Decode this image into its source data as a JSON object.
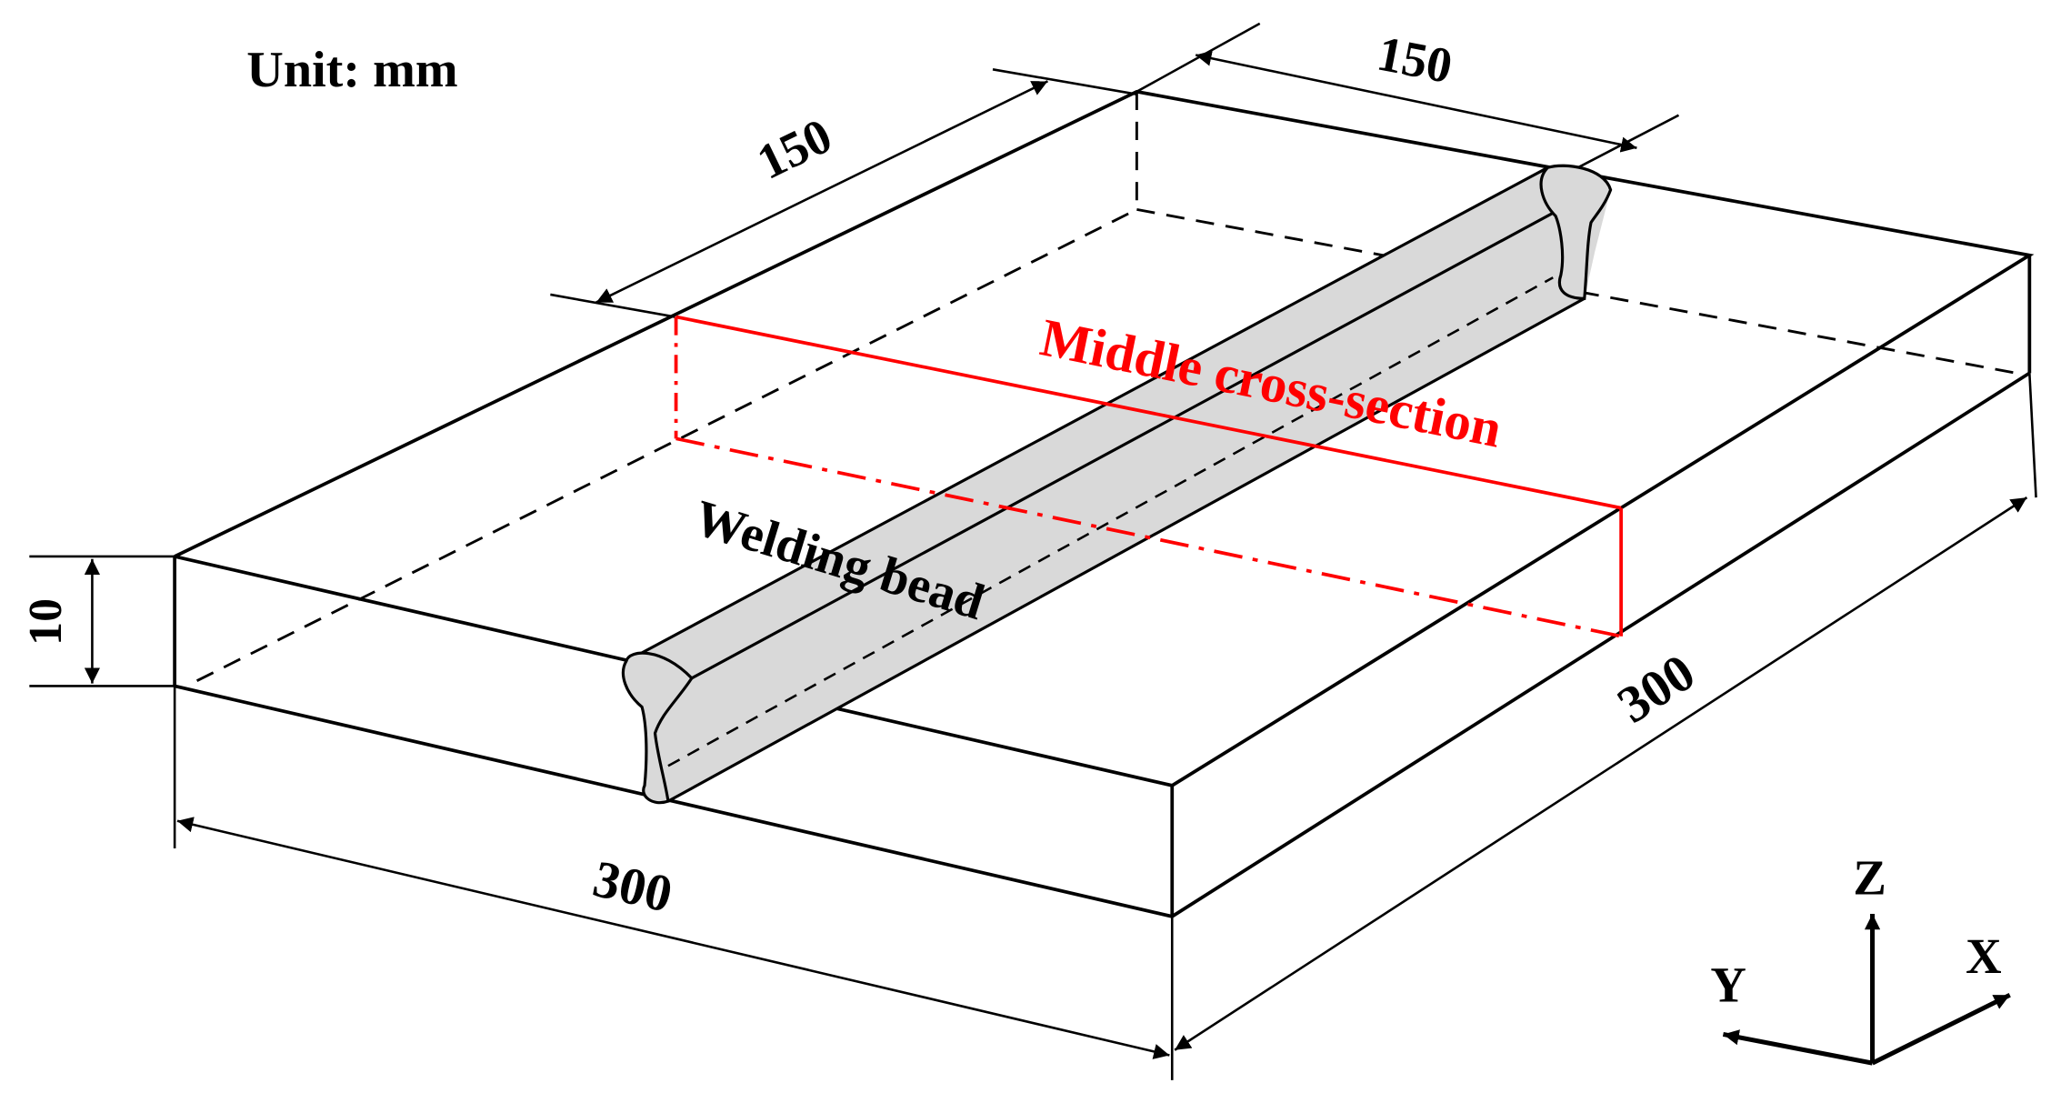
{
  "unit_label": "Unit: mm",
  "dimensions": {
    "length_front": "300",
    "length_right": "300",
    "thickness": "10",
    "half_left": "150",
    "half_right": "150"
  },
  "labels": {
    "cross_section": "Middle cross-section",
    "bead": "Welding bead"
  },
  "axes": {
    "x": "X",
    "y": "Y",
    "z": "Z"
  },
  "colors": {
    "outline": "#000000",
    "section": "#ff0000",
    "bead_fill": "#d9d9d9",
    "background": "#ffffff"
  }
}
